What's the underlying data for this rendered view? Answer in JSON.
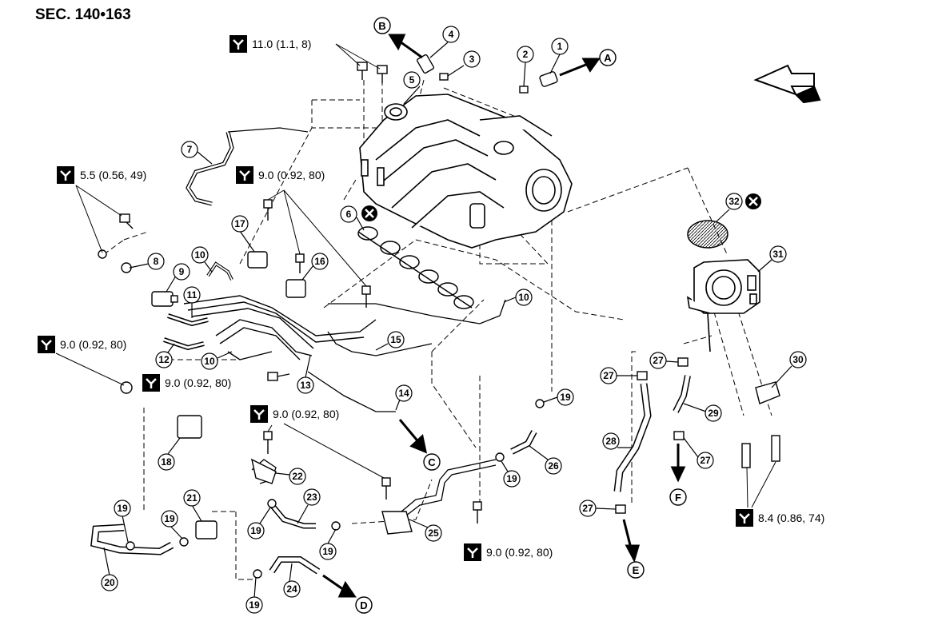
{
  "section_title": "SEC. 140•163",
  "torques": {
    "t1": "11.0 (1.1, 8)",
    "t2": "5.5 (0.56, 49)",
    "t3": "9.0 (0.92, 80)",
    "t4": "9.0 (0.92, 80)",
    "t5": "9.0 (0.92, 80)",
    "t6": "9.0 (0.92, 80)",
    "t7": "9.0 (0.92, 80)",
    "t8": "8.4 (0.86, 74)"
  },
  "callouts": [
    "1",
    "2",
    "3",
    "4",
    "5",
    "6",
    "7",
    "8",
    "9",
    "10",
    "11",
    "12",
    "13",
    "14",
    "15",
    "16",
    "17",
    "18",
    "19",
    "20",
    "21",
    "22",
    "23",
    "24",
    "25",
    "26",
    "27",
    "28",
    "29",
    "30",
    "31",
    "32"
  ],
  "connectors": [
    "A",
    "B",
    "C",
    "D",
    "E",
    "F"
  ],
  "icons": {
    "torque": "torque-wrench-icon",
    "no_reuse": "do-not-reuse-icon",
    "front": "front-direction-arrow-icon"
  }
}
